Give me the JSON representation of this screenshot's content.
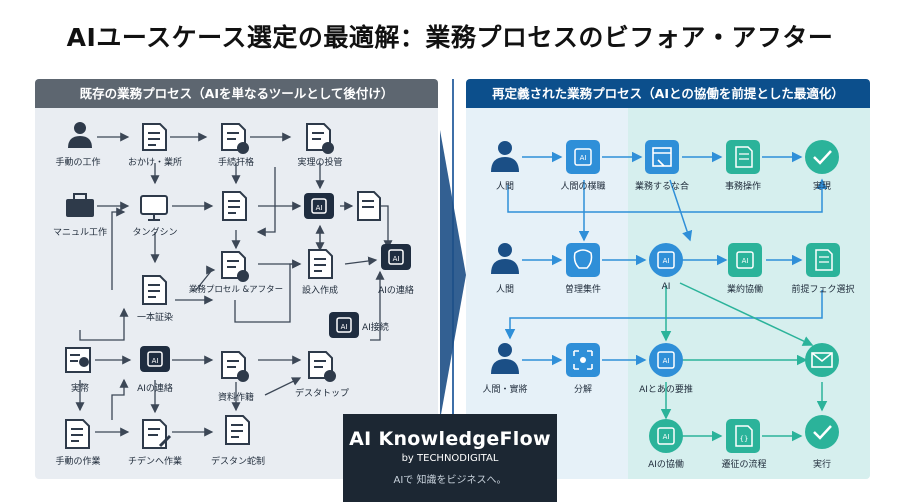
{
  "title": "AIユースケース選定の最適解：業務プロセスのビフォア・アフター",
  "left_header": "既存の業務プロセス（AIを単なるツールとして後付け）",
  "right_header": "再定義された業務プロセス（AIとの協働を前提とした最適化）",
  "left_labels": [
    "手動の工作",
    "おかけ・業所",
    "手続扞格",
    "実理の投管",
    "マニュル工作",
    "タングシン",
    "業務プロセル &アフター",
    "設入作成",
    "AIの連絡",
    "一本証染",
    "AI接続",
    "実幣",
    "AIの連絡",
    "資料作籍",
    "デスタトップ",
    "手動の作業",
    "チデンへ作業",
    "デスタン蛇制"
  ],
  "right_labels": [
    "人間",
    "人間の樸職",
    "業務するな合",
    "事務操作",
    "実現",
    "人間",
    "曽理集件",
    "AI",
    "業約協働",
    "前提フェク選択",
    "人間・實將",
    "分解",
    "AIとあの要推",
    "AIの協働",
    "遷征の流程",
    "実行"
  ],
  "brand": {
    "name": "AI KnowledgeFlow",
    "by": "by TECHNODIGITAL",
    "tagline": "AIで 知識をビジネスへ。"
  },
  "icon_names": [
    "person-icon",
    "document-icon",
    "document-gear-icon",
    "briefcase-icon",
    "monitor-icon",
    "ai-chip-icon",
    "calendar-icon",
    "check-icon",
    "mail-icon",
    "brain-icon",
    "scan-icon"
  ],
  "colors": {
    "left_header": "#5d6670",
    "right_header": "#0c4f8c",
    "icon_dark": "#2e3a4a",
    "icon_blue": "#2f8fd8",
    "icon_teal": "#2bb39a",
    "arrow_left": "#3c4756",
    "arrow_blue": "#2f8fd8"
  }
}
